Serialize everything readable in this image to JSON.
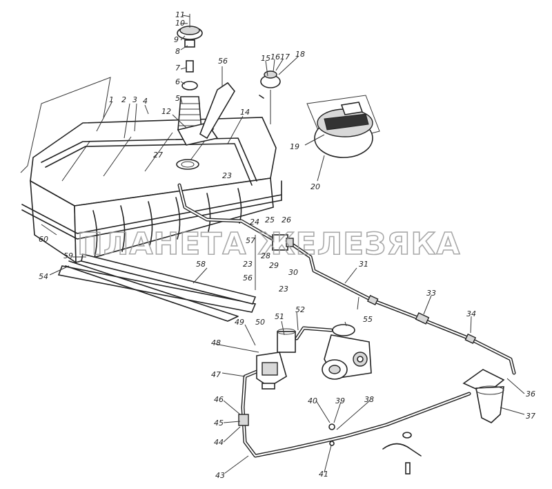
{
  "watermark": "ПЛАНЕТА ЖЕЛЕЗЯКА",
  "labels": [
    "11",
    "10",
    "9",
    "8",
    "7",
    "6",
    "5",
    "12",
    "56",
    "15",
    "16",
    "17",
    "18",
    "1",
    "2",
    "3",
    "4",
    "27",
    "14",
    "19",
    "20",
    "23",
    "24",
    "25",
    "26",
    "28",
    "29",
    "30",
    "57",
    "23",
    "56",
    "23",
    "60",
    "59",
    "54",
    "58",
    "31",
    "33",
    "34",
    "49",
    "50",
    "51",
    "52",
    "55",
    "48",
    "47",
    "46",
    "45",
    "44",
    "43",
    "40",
    "39",
    "38",
    "41",
    "36",
    "37"
  ]
}
